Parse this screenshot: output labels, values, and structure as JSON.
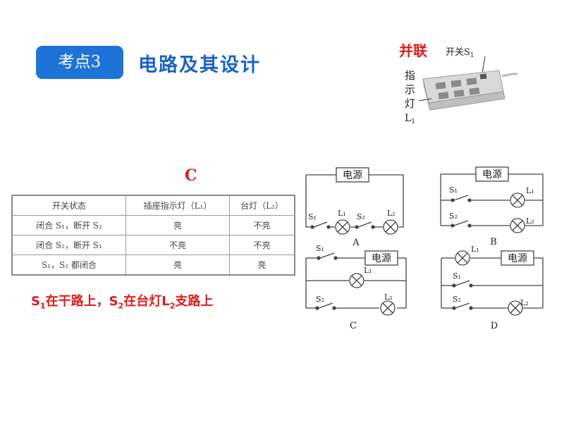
{
  "badge": "考点3",
  "heading": "电路及其设计",
  "photo": {
    "connection": "并联",
    "switch_label": "开关S",
    "switch_sub": "1",
    "indicator_chars": [
      "指",
      "示",
      "灯"
    ],
    "lamp_label": "L",
    "lamp_sub": "1"
  },
  "answer": "C",
  "table": {
    "headers": [
      "开关状态",
      "插座指示灯（L₁）",
      "台灯（L₂）"
    ],
    "rows": [
      [
        "闭合 S₁，断开 S₂",
        "亮",
        "不亮"
      ],
      [
        "闭合 S₂，断开 S₁",
        "不亮",
        "不亮"
      ],
      [
        "S₁，S₂ 都闭合",
        "亮",
        "亮"
      ]
    ]
  },
  "conclusion": {
    "s1": "S",
    "s1_sub": "1",
    "part1": "在干路上，",
    "s2": "S",
    "s2_sub": "2",
    "part2": "在台灯L",
    "l2_sub": "2",
    "part3": "支路上"
  },
  "circuit_labels": {
    "source": "电源",
    "A": "A",
    "B": "B",
    "C": "C",
    "D": "D",
    "S1": "S₁",
    "S2": "S₂",
    "L1": "L₁",
    "L2": "L₂"
  }
}
